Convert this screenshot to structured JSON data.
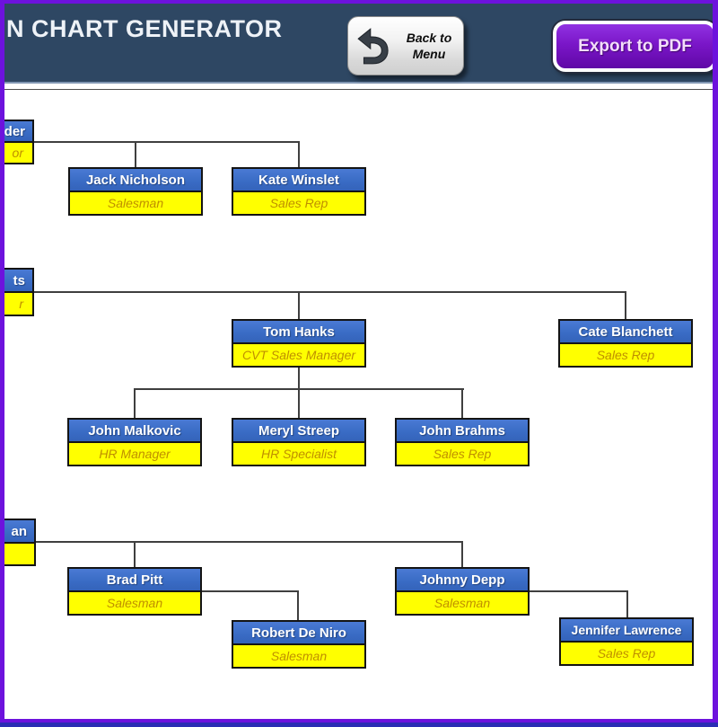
{
  "header": {
    "title": "N CHART GENERATOR"
  },
  "toolbar": {
    "back_button_label": "Back to Menu",
    "export_button_label": "Export to PDF"
  },
  "colors": {
    "header_bg": "#2e4763",
    "frame_purple": "#6d12dd",
    "bottom_strip_blue": "#2a2db4",
    "node_header_blue": "#3a6cc5",
    "node_body_yellow": "#ffff00",
    "node_title_text": "#bf8f00",
    "export_button_purple": "#7a16c8",
    "back_button_silver": "#e6e6e6",
    "connector_gray": "#3f3f3f"
  },
  "chart": {
    "type": "org-chart",
    "nodes": [
      {
        "name": "der",
        "title": "or",
        "clipped": true
      },
      {
        "name": "Jack Nicholson",
        "title": "Salesman"
      },
      {
        "name": "Kate Winslet",
        "title": "Sales Rep"
      },
      {
        "name": "ts",
        "title": "r",
        "clipped": true
      },
      {
        "name": "Tom Hanks",
        "title": "CVT Sales Manager"
      },
      {
        "name": "Cate Blanchett",
        "title": "Sales Rep"
      },
      {
        "name": "John Malkovic",
        "title": "HR Manager"
      },
      {
        "name": "Meryl Streep",
        "title": "HR Specialist"
      },
      {
        "name": "John Brahms",
        "title": "Sales Rep"
      },
      {
        "name": "an",
        "title": "",
        "clipped": true
      },
      {
        "name": "Brad Pitt",
        "title": "Salesman"
      },
      {
        "name": "Johnny Depp",
        "title": "Salesman"
      },
      {
        "name": "Robert De Niro",
        "title": "Salesman"
      },
      {
        "name": "Jennifer Lawrence",
        "title": "Sales Rep"
      }
    ]
  }
}
